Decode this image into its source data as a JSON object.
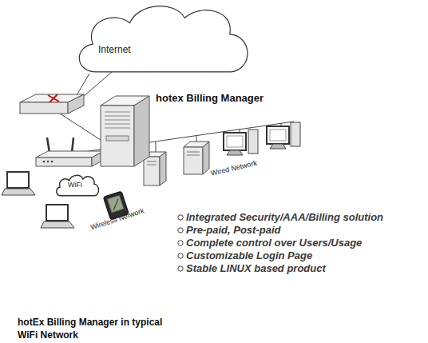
{
  "diagram": {
    "caption": "hotEx Billing Manager in typical WiFi Network",
    "nodes": [
      {
        "text": [
          "Internet"
        ]
      },
      {
        "text": [
          "hotex Billing Manager"
        ]
      },
      {
        "text": [
          "WiFi"
        ]
      }
    ],
    "labels": [
      "Wired Network",
      "Wireless Network",
      "Integrated Security/AAA/Billing solution",
      "Pre-paid, Post-paid",
      "Complete control over Users/Usage",
      "Customizable Login Page",
      "Stable LINUX based product"
    ]
  }
}
